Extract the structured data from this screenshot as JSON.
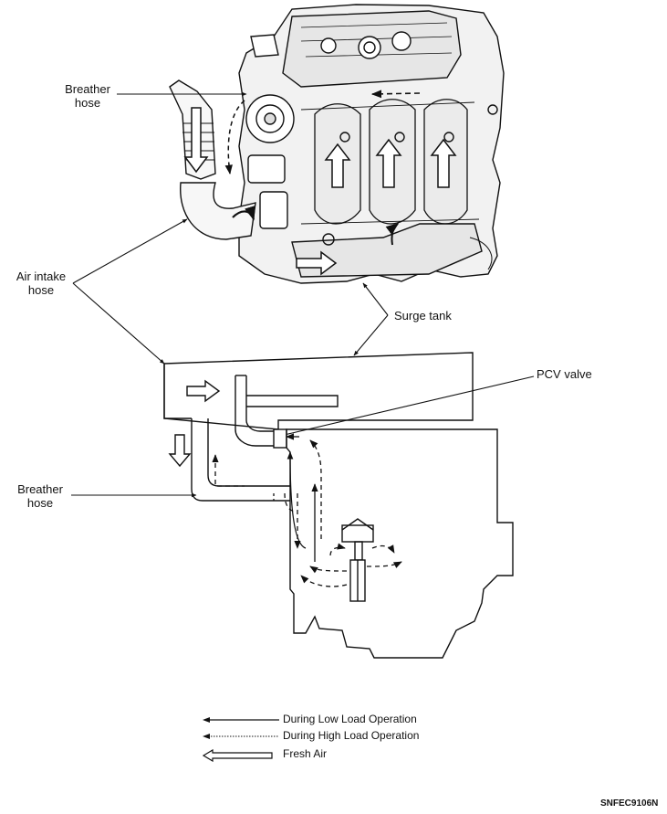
{
  "labels": {
    "breather_hose_top": [
      "Breather",
      "hose"
    ],
    "air_intake_hose": [
      "Air intake",
      "hose"
    ],
    "surge_tank": "Surge tank",
    "pcv_valve": "PCV valve",
    "breather_hose_bottom": [
      "Breather",
      "hose"
    ]
  },
  "legend": {
    "low_load": "During Low Load Operation",
    "high_load": "During High Load Operation",
    "fresh_air": "Fresh Air"
  },
  "figure_code": "SNFEC9106N",
  "colors": {
    "ink": "#111111",
    "paper": "#ffffff",
    "engine_shade": "#e6e6e6"
  }
}
